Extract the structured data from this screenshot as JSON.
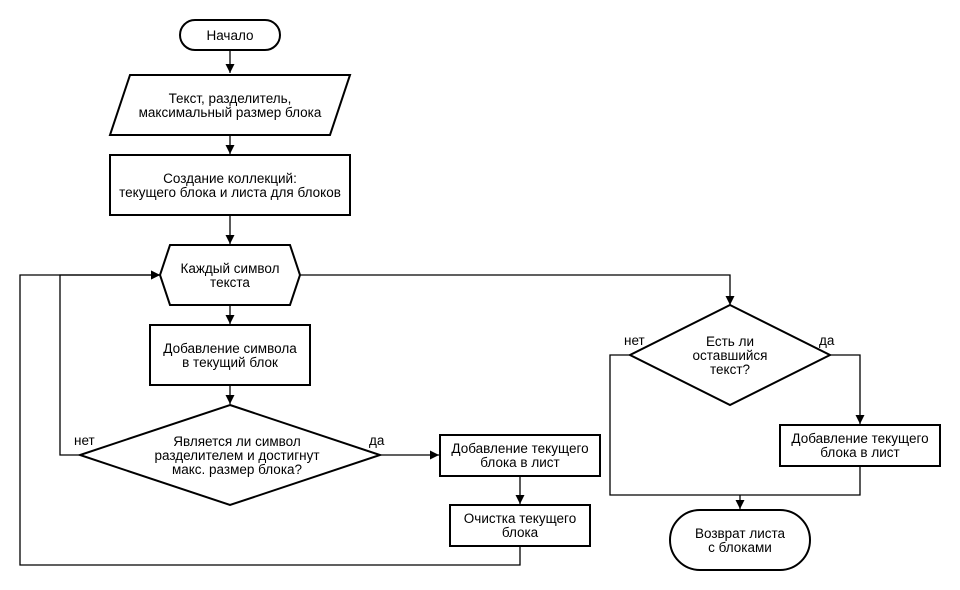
{
  "nodes": {
    "start": [
      "Начало"
    ],
    "input": [
      "Текст, разделитель,",
      "максимальный размер блока"
    ],
    "create": [
      "Создание коллекций:",
      "текущего блока и листа для блоков"
    ],
    "loop": [
      "Каждый символ",
      "текста"
    ],
    "add_char": [
      "Добавление символа",
      "в текущий блок"
    ],
    "check_sep": [
      "Является ли символ",
      "разделителем и достигнут",
      "макс. размер блока?"
    ],
    "add_block1": [
      "Добавление текущего",
      "блока в лист"
    ],
    "clear": [
      "Очистка текущего",
      "блока"
    ],
    "check_rest": [
      "Есть ли",
      "оставшийся",
      "текст?"
    ],
    "add_block2": [
      "Добавление текущего",
      "блока в лист"
    ],
    "end": [
      "Возврат листа",
      "с блоками"
    ]
  },
  "labels": {
    "sep_no": "нет",
    "sep_yes": "да",
    "rest_no": "нет",
    "rest_yes": "да"
  }
}
